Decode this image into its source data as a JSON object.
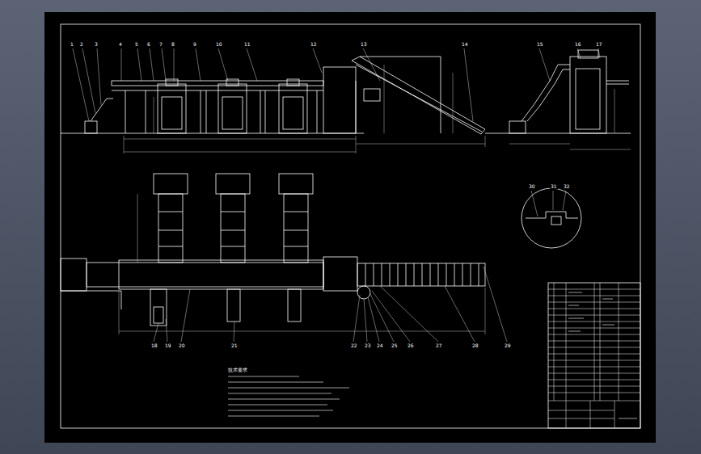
{
  "diagram": {
    "labels": [
      "1",
      "2",
      "3",
      "4",
      "5",
      "6",
      "7",
      "8",
      "9",
      "10",
      "11",
      "12",
      "13",
      "14",
      "15",
      "16",
      "17",
      "18",
      "19",
      "20",
      "21",
      "22",
      "23",
      "24",
      "25",
      "26",
      "27",
      "28",
      "29",
      "30",
      "31",
      "32",
      "技术要求"
    ]
  }
}
